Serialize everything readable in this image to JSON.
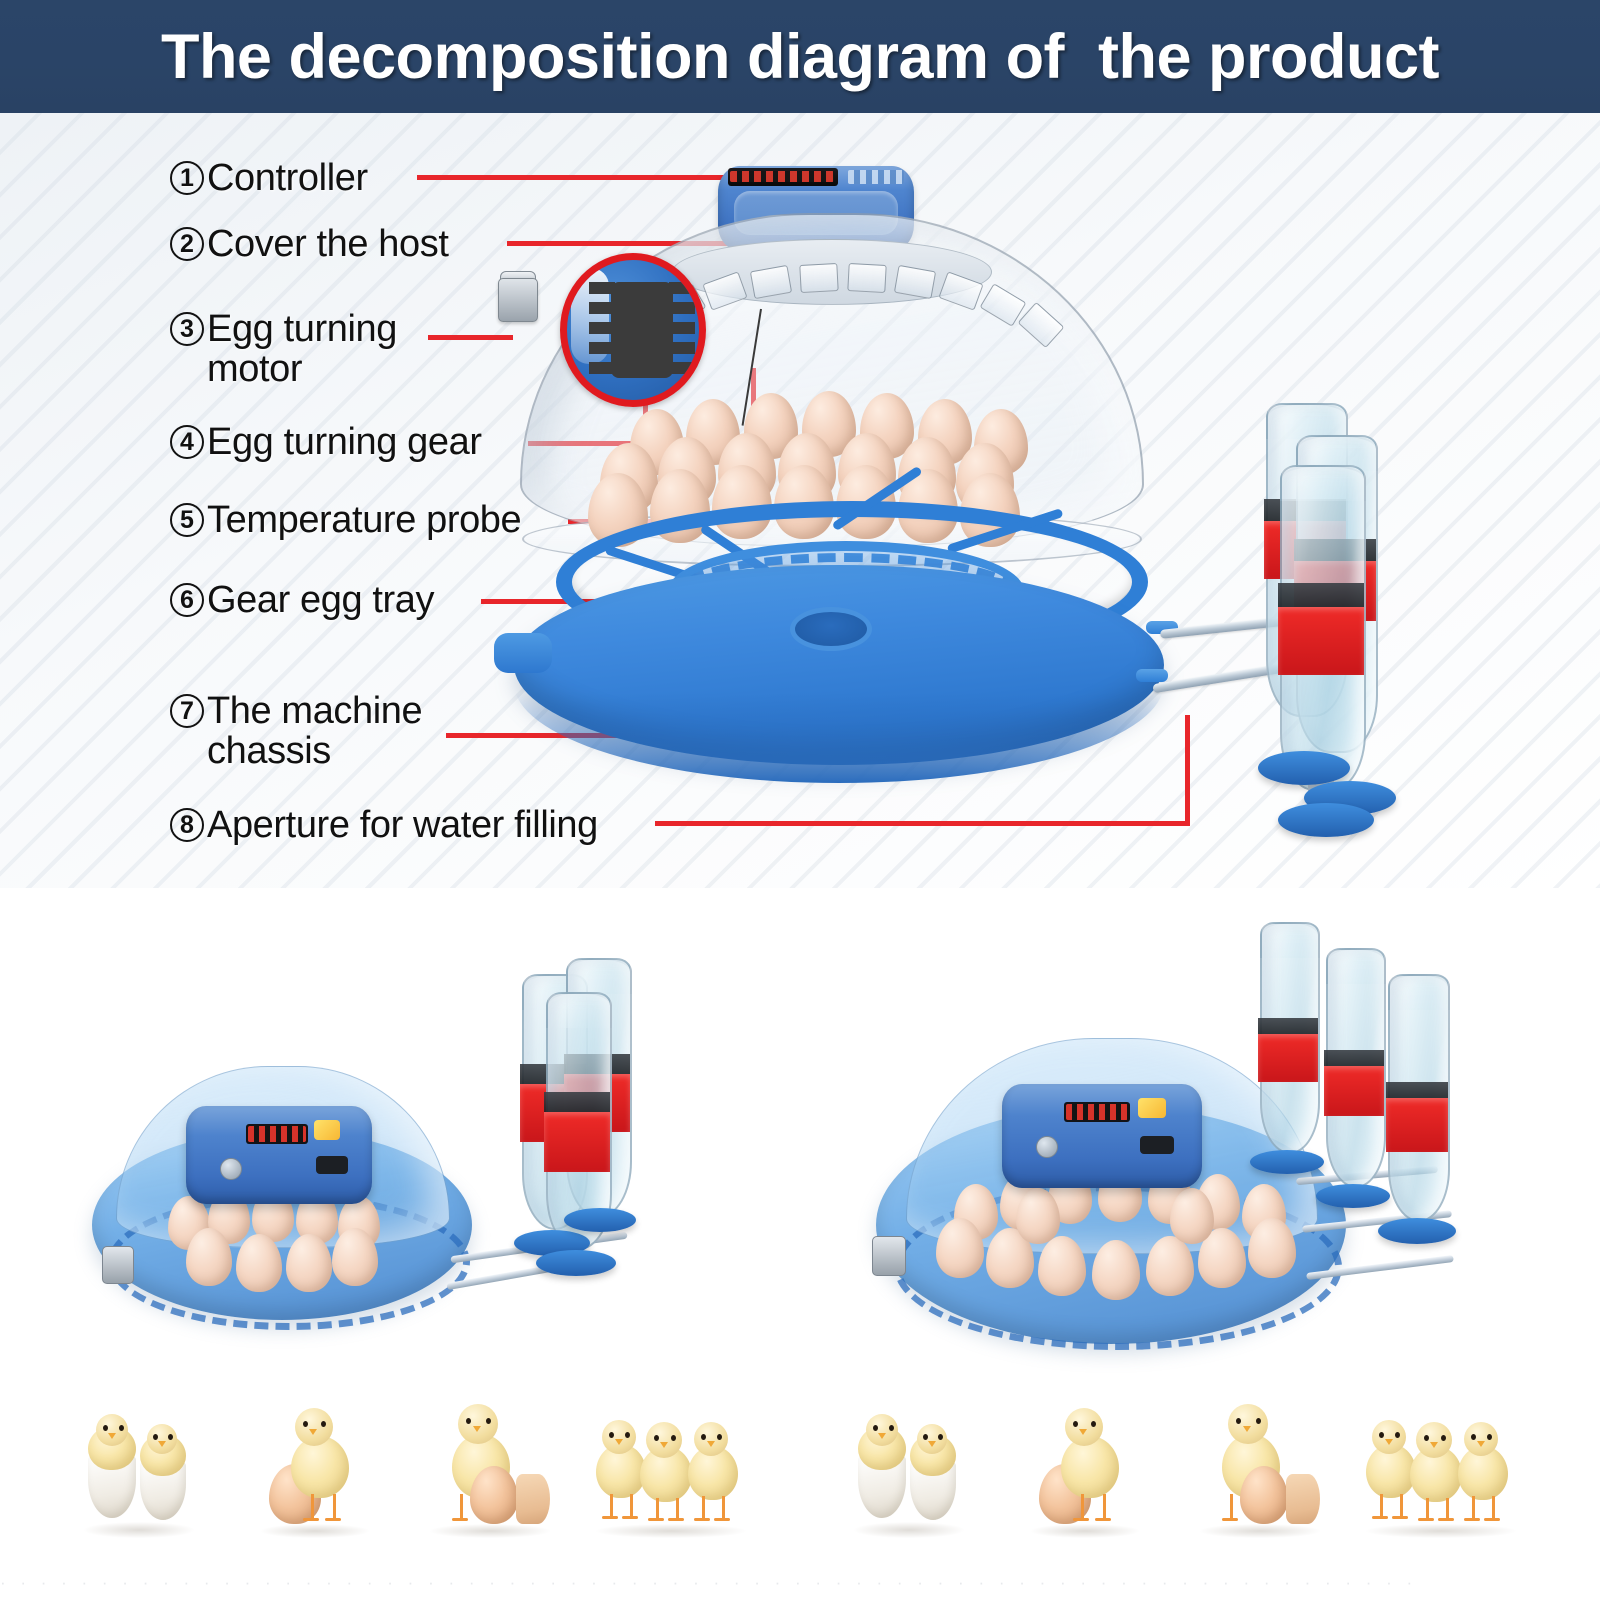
{
  "header": {
    "title": "The decomposition diagram of  the product",
    "bg_color": "#2a4467",
    "text_color": "#ffffff"
  },
  "colors": {
    "accent_red": "#e8262b",
    "product_blue": "#2f7fd6",
    "controller_blue": "#4e83cd",
    "egg_shell": "#f4d3bf",
    "chick_yellow": "#f8e6a8",
    "bottle_label_red": "#ef2b28",
    "header_navy": "#2a4467",
    "panel_bg": "#f2f5f8"
  },
  "diagram": {
    "labels": [
      {
        "number": "1",
        "text": "Controller"
      },
      {
        "number": "2",
        "text": "Cover the host"
      },
      {
        "number": "3",
        "text": "Egg turning\nmotor"
      },
      {
        "number": "4",
        "text": "Egg turning gear"
      },
      {
        "number": "5",
        "text": "Temperature probe"
      },
      {
        "number": "6",
        "text": "Gear egg tray"
      },
      {
        "number": "7",
        "text": "The machine\nchassis"
      },
      {
        "number": "8",
        "text": "Aperture for water filling"
      }
    ],
    "parts": {
      "controller": "controller-module",
      "dome": "transparent-dome-cover",
      "magnifier": "gear-closeup-magnifier",
      "motor": "egg-turning-motor",
      "probe": "temperature-probe",
      "eggs": "egg-cluster",
      "tray": "gear-egg-tray",
      "chassis": "machine-chassis",
      "water_hole": "aperture-for-water-filling",
      "bottles": "water-supply-bottles"
    },
    "bottle_count": 3
  },
  "photos": [
    {
      "name": "incubator-small-with-two-bottles",
      "egg_count": 9,
      "bottle_count": 3,
      "display_on": true
    },
    {
      "name": "incubator-large-with-three-bottles",
      "egg_count": 16,
      "bottle_count": 3,
      "display_on": true
    }
  ],
  "chick_strip": {
    "left": [
      {
        "name": "two-chicks-in-eggshells"
      },
      {
        "name": "chick-standing-on-egg"
      },
      {
        "name": "chick-with-cracked-shell"
      },
      {
        "name": "three-chicks-group"
      }
    ],
    "right": [
      {
        "name": "two-chicks-in-eggshells"
      },
      {
        "name": "chick-standing-on-egg"
      },
      {
        "name": "chick-with-cracked-shell"
      },
      {
        "name": "three-chicks-group"
      }
    ]
  },
  "bottom_strip": {
    "faint_text": "· · · · · · · · · · · · · · · · · · · · · · · · · · · · · · · · · · · · · · · · · · · · · · · · · · · · · · · · · · · · · · · · · · · · · ·"
  }
}
